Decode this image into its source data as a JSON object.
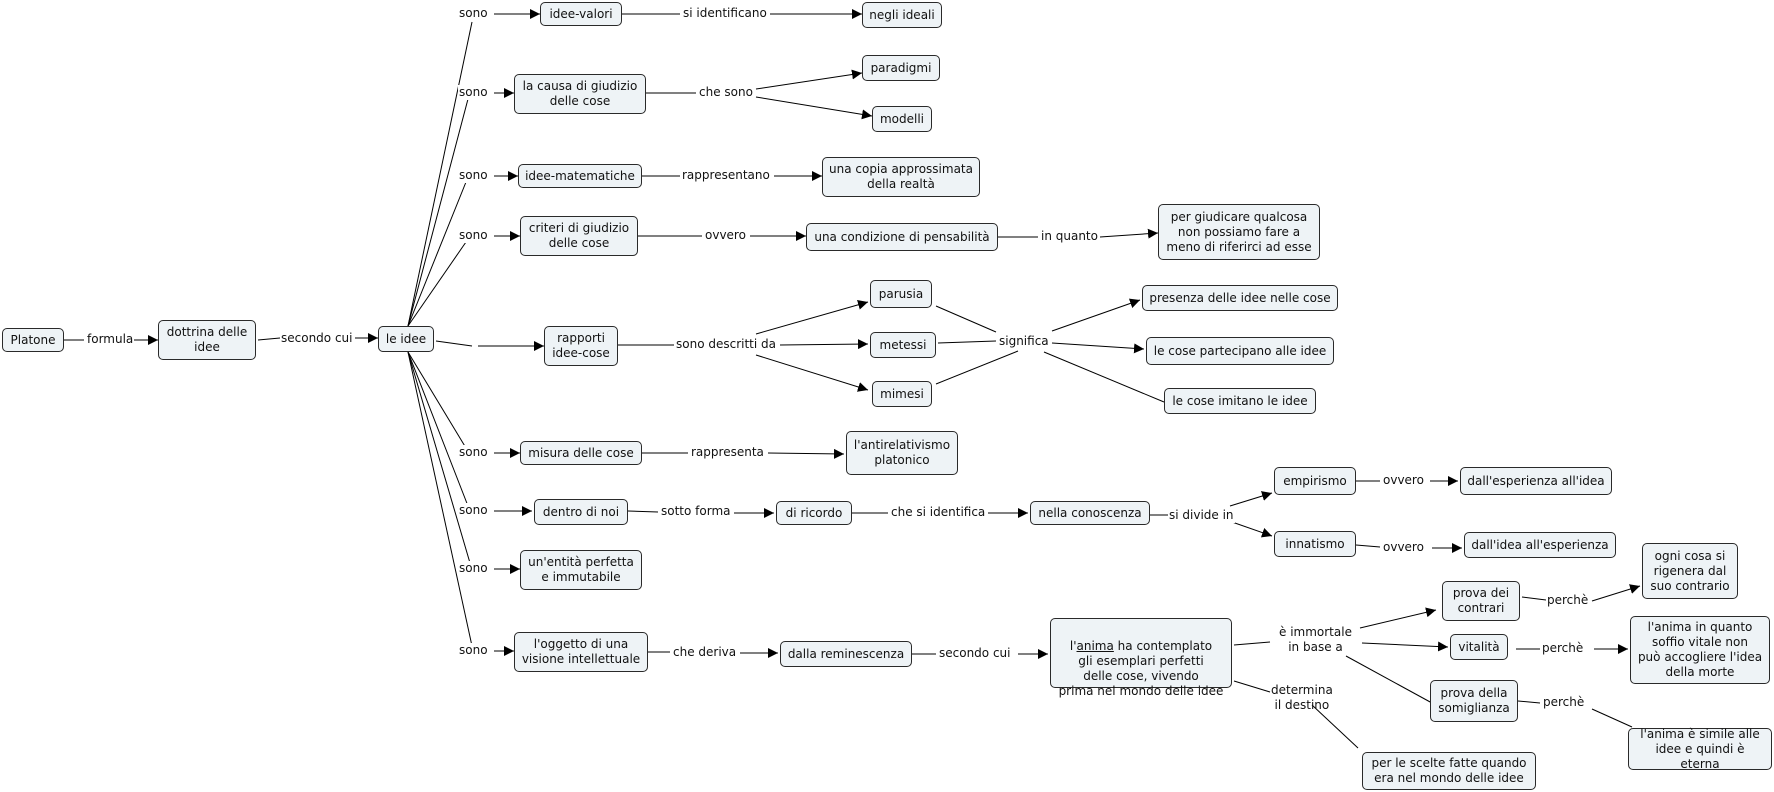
{
  "nodes": {
    "platone": "Platone",
    "dottrina": "dottrina delle\nidee",
    "le_idee": "le idee",
    "idee_valori": "idee-valori",
    "negli_ideali": "negli ideali",
    "causa_giudizio": "la causa di giudizio\ndelle cose",
    "paradigmi": "paradigmi",
    "modelli": "modelli",
    "idee_matematiche": "idee-matematiche",
    "copia_approssimata": "una copia approssimata\ndella realtà",
    "criteri_giudizio": "criteri di giudizio\ndelle cose",
    "condizione_pensabilita": "una condizione di pensabilità",
    "per_giudicare": "per giudicare qualcosa\nnon possiamo fare a\nmeno di riferirci ad esse",
    "rapporti": "rapporti\nidee-cose",
    "parusia": "parusia",
    "metessi": "metessi",
    "mimesi": "mimesi",
    "presenza": "presenza delle idee nelle cose",
    "partecipano": "le cose partecipano alle idee",
    "imitano": "le cose imitano le idee",
    "misura": "misura delle cose",
    "antirelativismo": "l'antirelativismo\nplatonico",
    "dentro_noi": "dentro di noi",
    "di_ricordo": "di ricordo",
    "nella_conoscenza": "nella conoscenza",
    "empirismo": "empirismo",
    "esperienza_idea": "dall'esperienza all'idea",
    "innatismo": "innatismo",
    "idea_esperienza": "dall'idea all'esperienza",
    "entita_perfetta": "un'entità perfetta\ne immutabile",
    "oggetto_visione": "l'oggetto di una\nvisione intellettuale",
    "dalla_reminescenza": "dalla reminescenza",
    "anima_pre": "l'",
    "anima_word": "anima",
    "anima_post": " ha contemplato\ngli esemplari perfetti\ndelle cose, vivendo\nprima nel mondo delle idee",
    "prova_contrari": "prova dei\ncontrari",
    "vitalita": "vitalità",
    "prova_somiglianza": "prova della\nsomiglianza",
    "ogni_cosa": "ogni cosa si\nrigenera dal\nsuo contrario",
    "anima_soffio": "l'anima in quanto\nsoffio vitale non\npuò accogliere l'idea\ndella morte",
    "anima_simile": "l'anima è simile alle\nidee e quindi è eterna",
    "scelte": "per le scelte fatte quando\nera nel mondo delle idee"
  },
  "links": {
    "formula": "formula",
    "secondo_cui_1": "secondo cui",
    "sono_1": "sono",
    "si_identificano": "si identificano",
    "sono_2": "sono",
    "che_sono": "che sono",
    "sono_3": "sono",
    "rappresentano": "rappresentano",
    "sono_4": "sono",
    "ovvero_1": "ovvero",
    "in_quanto": "in quanto",
    "sono_descritti_da": "sono descritti da",
    "significa": "significa",
    "sono_5": "sono",
    "rappresenta": "rappresenta",
    "sono_6": "sono",
    "sotto_forma": "sotto forma",
    "che_si_identifica": "che si identifica",
    "si_divide_in": "si divide in",
    "ovvero_2": "ovvero",
    "ovvero_3": "ovvero",
    "sono_7": "sono",
    "sono_8": "sono",
    "che_deriva": "che deriva",
    "secondo_cui_2": "secondo cui",
    "e_immortale": "è immortale\nin base a",
    "determina": "determina\nil destino",
    "perche_1": "perchè",
    "perche_2": "perchè",
    "perche_3": "perchè"
  }
}
